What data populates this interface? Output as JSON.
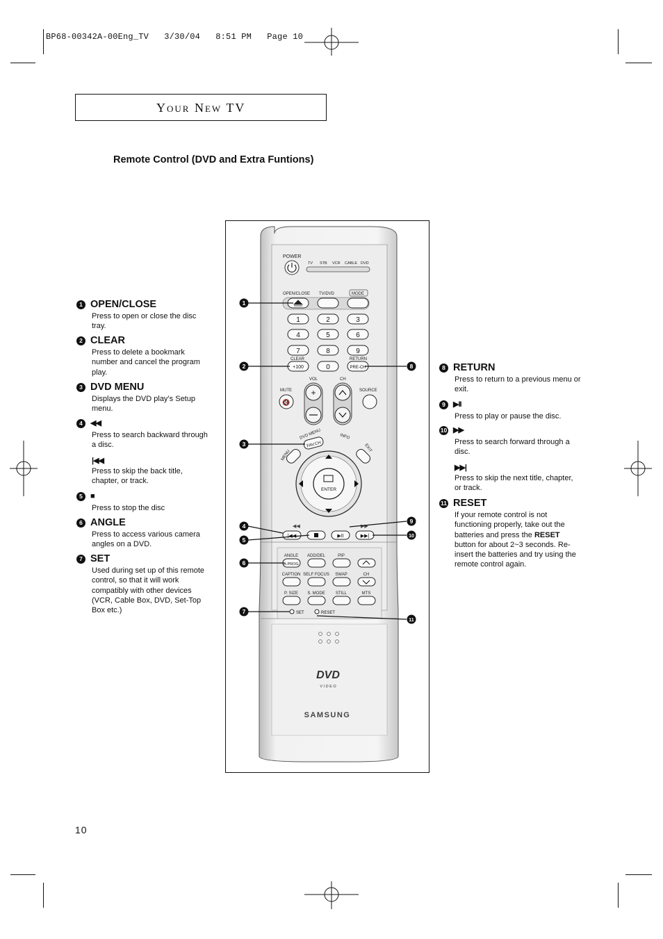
{
  "print_header": "BP68-00342A-00Eng_TV   3/30/04   8:51 PM   Page 10",
  "chapter_title": "Your New TV",
  "section_title": "Remote Control (DVD and Extra Funtions)",
  "page_number": "10",
  "left_items": [
    {
      "num": "1",
      "title": "OPEN/CLOSE",
      "desc": "Press to open or close the disc tray."
    },
    {
      "num": "2",
      "title": "CLEAR",
      "desc": "Press to delete a bookmark number and cancel the program play."
    },
    {
      "num": "3",
      "title": "DVD MENU",
      "desc": "Displays the DVD play’s Setup menu."
    },
    {
      "num": "4",
      "title": "◀◀",
      "desc": "Press to search backward through a disc.",
      "sub_title": "|◀◀",
      "sub_desc": "Press to skip the back title, chapter, or track."
    },
    {
      "num": "5",
      "title": "■",
      "desc": "Press to stop the disc"
    },
    {
      "num": "6",
      "title": "ANGLE",
      "desc": "Press to access various camera angles on a DVD."
    },
    {
      "num": "7",
      "title": "SET",
      "desc": "Used during set up of this remote control, so that it will work compatibly with other devices (VCR, Cable Box, DVD, Set-Top Box etc.)"
    }
  ],
  "right_items": [
    {
      "num": "8",
      "title": "RETURN",
      "desc": "Press to return to a previous menu or exit."
    },
    {
      "num": "9",
      "title": "▶II",
      "desc": "Press to play or pause the disc."
    },
    {
      "num": "10",
      "title": "▶▶",
      "desc": "Press to search forward through a disc.",
      "sub_title": "▶▶|",
      "sub_desc": "Press to skip the next title, chapter, or track."
    },
    {
      "num": "11",
      "title": "RESET",
      "desc_before": "If your remote control is not functioning properly, take out the batteries and press the ",
      "desc_bold": "RESET",
      "desc_after": " button for about 2~3 seconds. Re-insert the batteries and try using the remote control again."
    }
  ],
  "remote": {
    "power": "POWER",
    "modes": [
      "TV",
      "STB",
      "VCR",
      "CABLE",
      "DVD"
    ],
    "open_close": "OPEN/CLOSE",
    "tv_dvd": "TV/DVD",
    "mode": "MODE",
    "digits": [
      "1",
      "2",
      "3",
      "4",
      "5",
      "6",
      "7",
      "8",
      "9"
    ],
    "clear": "CLEAR",
    "plus100": "+100",
    "zero": "0",
    "return": "RETURN",
    "prech": "PRE-CH",
    "mute": "MUTE",
    "vol": "VOL",
    "ch": "CH",
    "source": "SOURCE",
    "dvd_menu": "DVD MENU",
    "fav_ch": "FAV.CH",
    "info": "INFO",
    "menu": "MENU",
    "exit": "EXIT",
    "enter": "ENTER",
    "angle": "ANGLE",
    "add_del": "ADD/DEL",
    "pip": "PIP",
    "a_prog": "A.PROG",
    "caption": "CAPTION",
    "self_focus": "SELF FOCUS",
    "swap": "SWAP",
    "ch2": "CH",
    "p_size": "P. SIZE",
    "s_mode": "S. MODE",
    "still": "STILL",
    "mts": "MTS",
    "set": "SET",
    "reset": "RESET",
    "dvd_logo": "DVD",
    "video": "V I D E O",
    "brand": "SAMSUNG",
    "callouts": [
      "1",
      "2",
      "3",
      "4",
      "5",
      "6",
      "7",
      "8",
      "9",
      "10",
      "11"
    ]
  }
}
